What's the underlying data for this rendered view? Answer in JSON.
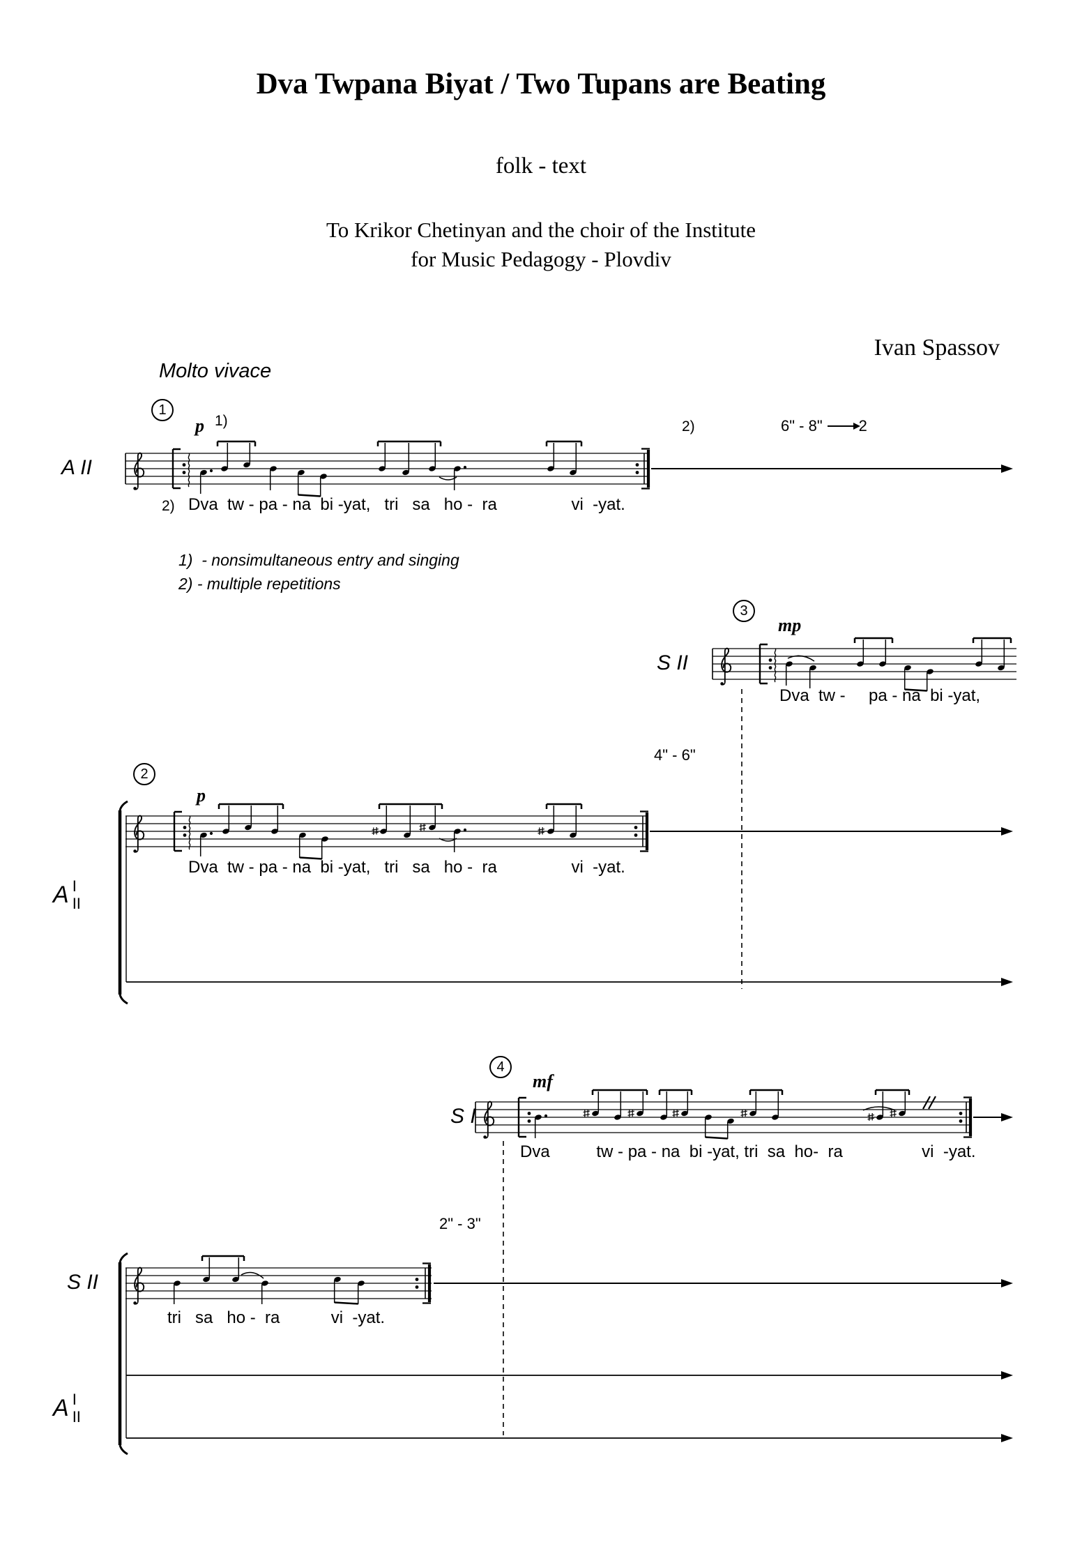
{
  "page": {
    "title": "Dva Twpana Biyat / Two Tupans are Beating",
    "text_credit": "folk - text",
    "dedication_line1": "To Krikor Chetinyan and the choir of the Institute",
    "dedication_line2": "for Music Pedagogy - Plovdiv",
    "composer": "Ivan Spassov",
    "tempo": "Molto vivace"
  },
  "footnotes": {
    "note1": "1)  - nonsimultaneous entry and singing",
    "note2": "2) - multiple repetitions"
  },
  "rehearsal_marks": {
    "m1": "1",
    "m2": "2",
    "m3": "3",
    "m4": "4"
  },
  "system1": {
    "voice": "A II",
    "dynamic": "p",
    "footnote_ref": "1)",
    "repeat_note": "2)",
    "lyric_note": "2)",
    "duration_range": "6\" - 8\"",
    "duration_target": "2",
    "lyrics": "Dva  tw - pa - na  bi -yat,   tri   sa   ho -  ra                vi  -yat."
  },
  "system2": {
    "voice_letter": "A",
    "voice_upper": "I",
    "voice_lower": "II",
    "dynamic": "p",
    "lyrics": "Dva  tw - pa - na  bi -yat,   tri   sa   ho -  ra                vi  -yat."
  },
  "system3": {
    "voice": "S II",
    "dynamic": "mp",
    "entry_wait": "4\" - 6\"",
    "lyrics": "Dva  tw -     pa - na  bi -yat,"
  },
  "system4": {
    "voice": "S I",
    "dynamic": "mf",
    "entry_wait": "2\" - 3\"",
    "lyrics": "Dva          tw - pa - na  bi -yat, tri  sa  ho-  ra                 vi  -yat."
  },
  "system5": {
    "voice": "S II",
    "voice_letter": "A",
    "voice_upper": "I",
    "voice_lower": "II",
    "lyrics": "tri   sa   ho -  ra           vi  -yat."
  }
}
